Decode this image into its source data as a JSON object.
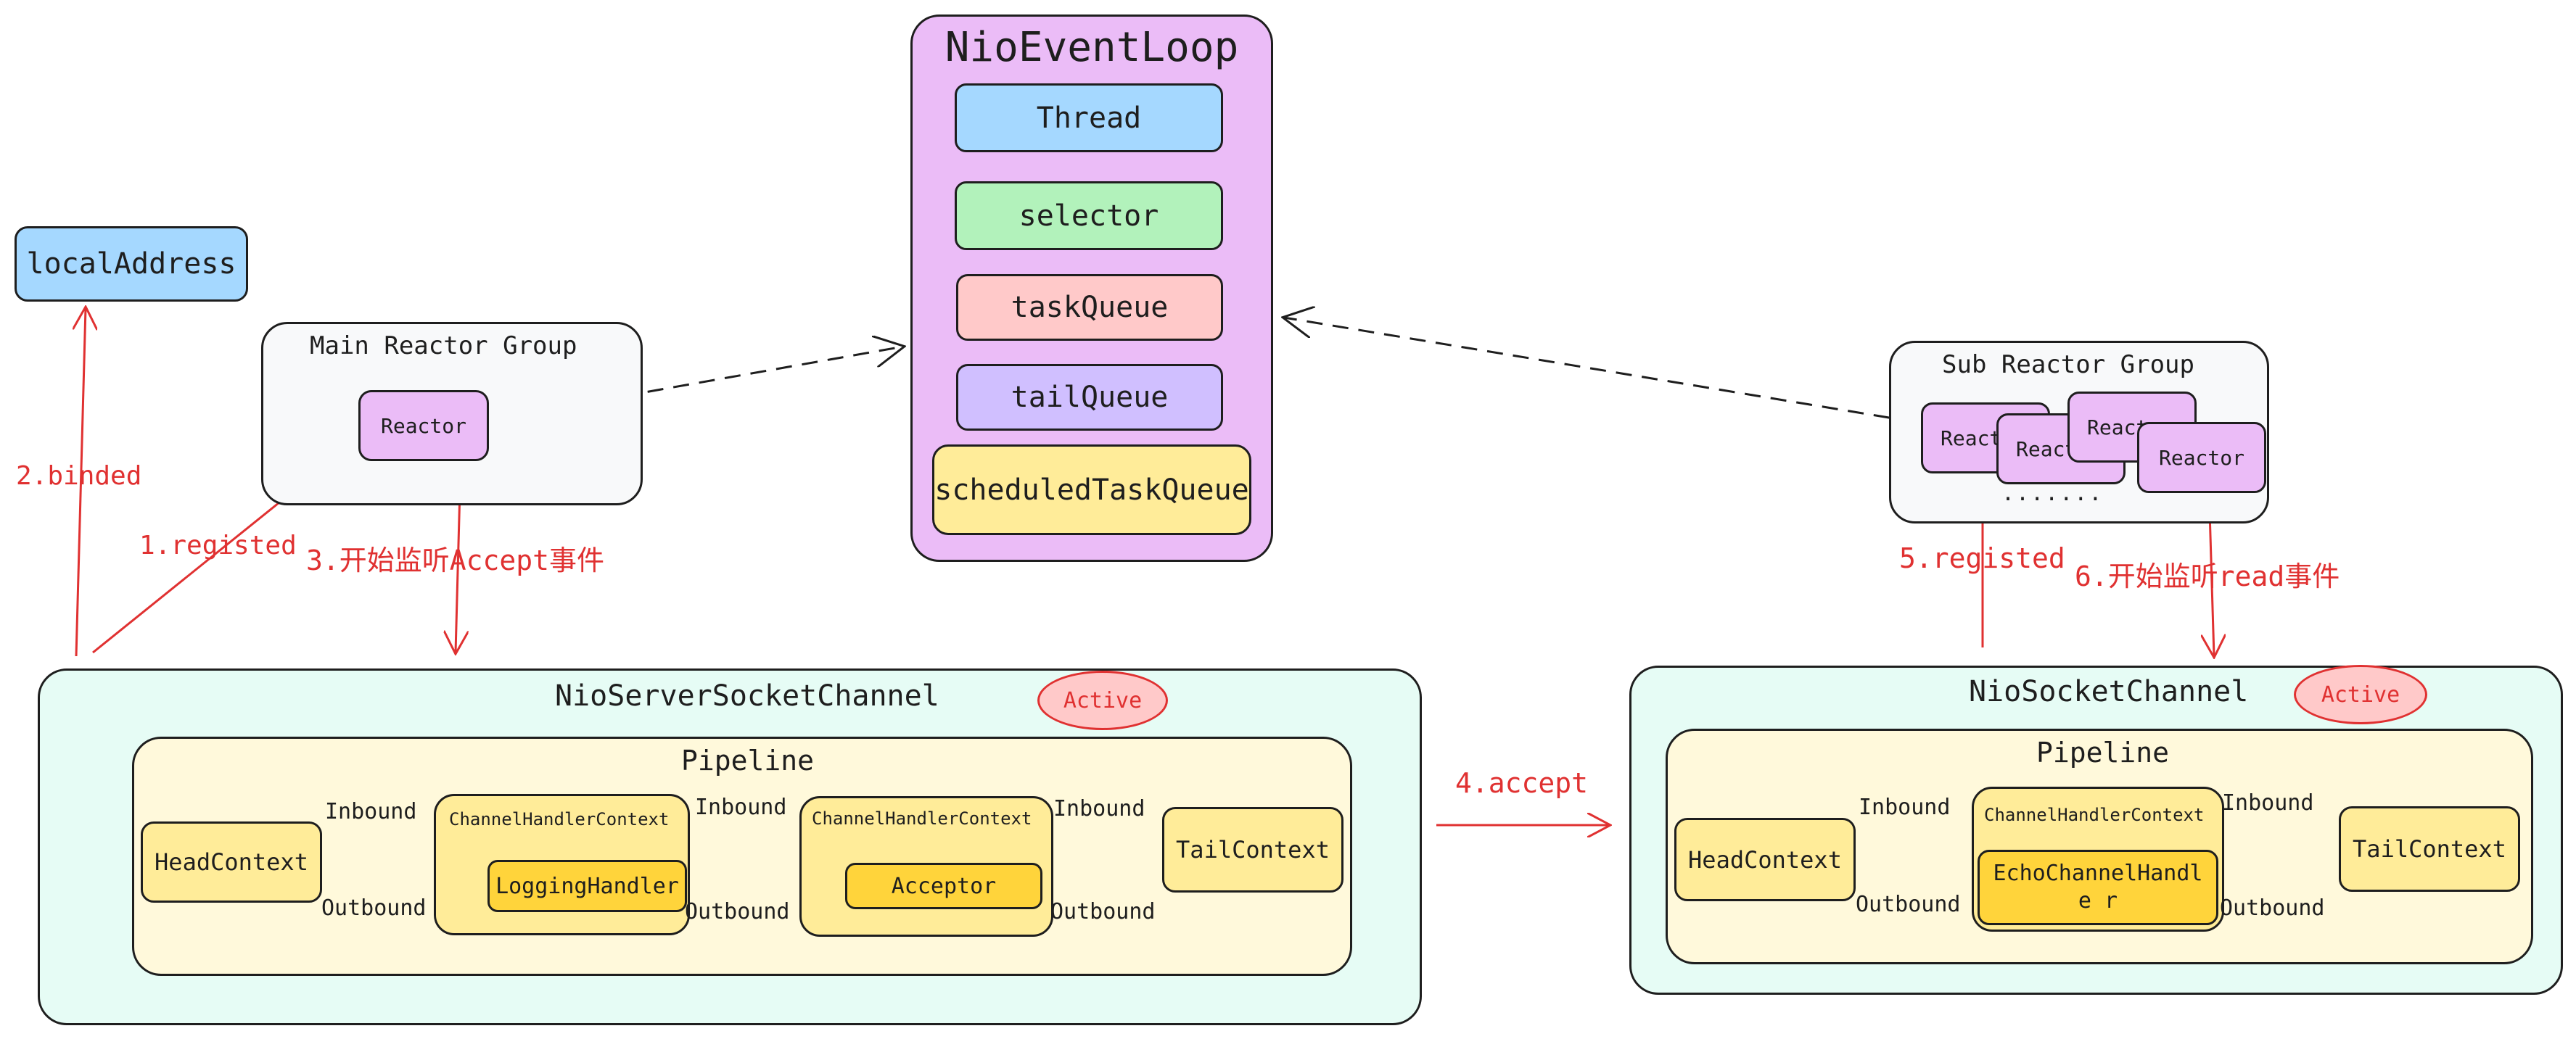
{
  "event_loop": {
    "title": "NioEventLoop",
    "items": [
      "Thread",
      "selector",
      "taskQueue",
      "tailQueue",
      "scheduledTaskQueue"
    ]
  },
  "local_address": "localAddress",
  "main_group": {
    "title": "Main Reactor Group",
    "reactor": "Reactor"
  },
  "sub_group": {
    "title": "Sub Reactor Group",
    "reactors": [
      "Reactor",
      "Reactor",
      "Reactor",
      "Reactor"
    ],
    "ellipsis": "......."
  },
  "server_channel": {
    "title": "NioServerSocketChannel",
    "status": "Active",
    "pipeline": {
      "title": "Pipeline",
      "head": "HeadContext",
      "tail": "TailContext",
      "contexts": [
        {
          "label": "ChannelHandlerContext",
          "handler": "LoggingHandler"
        },
        {
          "label": "ChannelHandlerContext",
          "handler": "Acceptor"
        }
      ],
      "inbound": "Inbound",
      "outbound": "Outbound"
    }
  },
  "socket_channel": {
    "title": "NioSocketChannel",
    "status": "Active",
    "pipeline": {
      "title": "Pipeline",
      "head": "HeadContext",
      "tail": "TailContext",
      "contexts": [
        {
          "label": "ChannelHandlerContext",
          "handler": "EchoChannelHandle r"
        }
      ],
      "inbound": "Inbound",
      "outbound": "Outbound"
    }
  },
  "steps": {
    "s1": "1.registed",
    "s2": "2.binded",
    "s3": "3.开始监听Accept事件",
    "s4": "4.accept",
    "s5": "5.registed",
    "s6": "6.开始监听read事件"
  },
  "colors": {
    "blue": "#a5d8ff",
    "purple": "#ebbcf7",
    "green": "#b2f2bb",
    "pink": "#ffc9c9",
    "lavender": "#d0bfff",
    "yellow": "#ffec99",
    "gold": "#ffd43b",
    "pipeline_bg": "#fff9db",
    "channel_bg": "#e6fcf5",
    "group_bg": "#f8f9fa",
    "arrow_red": "#e03131"
  }
}
